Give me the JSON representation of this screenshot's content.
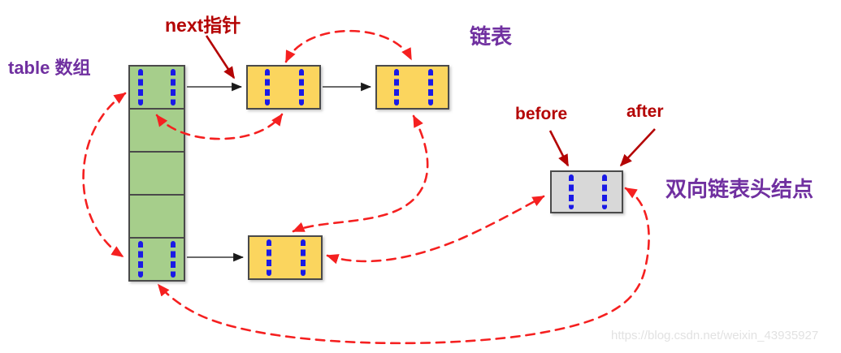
{
  "labels": {
    "table_array": "table 数组",
    "next_pointer": "next指针",
    "linked_list": "链表",
    "before": "before",
    "after": "after",
    "head_node": "双向链表头结点"
  },
  "watermark": "https://blog.csdn.net/weixin_43935927",
  "colors": {
    "array_fill": "#a6ce8b",
    "node_fill": "#fbd55e",
    "head_fill": "#d8d8d8",
    "box_border": "#4a4a4a",
    "pointer_blue": "#1a1ae6",
    "arrow_red": "#f52020",
    "label_dark_red": "#b40404",
    "label_purple": "#7030a0",
    "black_arrow": "#555555",
    "watermark_gray": "#e2e2e2"
  },
  "structure": {
    "array": {
      "cell_count": 5,
      "cells_with_pointer_marks": [
        1,
        5
      ]
    },
    "linked_list_node_count": 3,
    "head_node_count": 1,
    "black_next_arrows": [
      {
        "from": "array-cell-1",
        "to": "list-node-1"
      },
      {
        "from": "list-node-1",
        "to": "list-node-2"
      },
      {
        "from": "array-cell-5",
        "to": "list-node-3"
      }
    ],
    "red_dashed_links": [
      {
        "a": "array-cell-1",
        "b": "array-cell-5"
      },
      {
        "a": "array-cell-1",
        "b": "list-node-1"
      },
      {
        "a": "list-node-1",
        "b": "list-node-2"
      },
      {
        "a": "list-node-2",
        "b": "list-node-3"
      },
      {
        "a": "list-node-3",
        "b": "head-node"
      },
      {
        "a": "head-node",
        "b": "array-cell-5"
      }
    ],
    "annotation_arrows": [
      {
        "label": "next指针",
        "points_to": "array-to-node1-arrow"
      },
      {
        "label": "before",
        "points_to": "head-node-left-pointer"
      },
      {
        "label": "after",
        "points_to": "head-node-right-pointer"
      }
    ]
  }
}
